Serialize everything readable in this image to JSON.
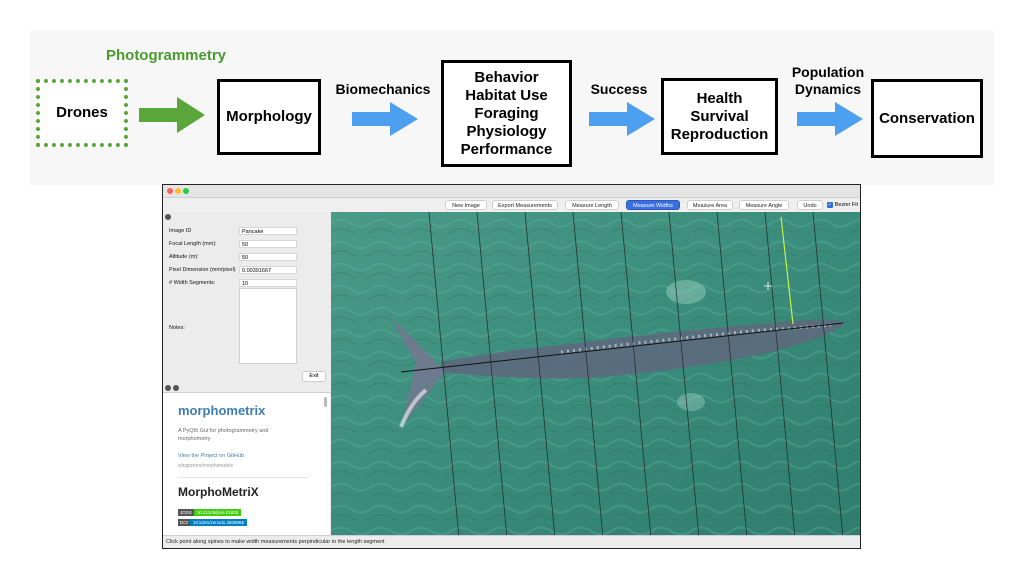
{
  "diagram": {
    "nodes": {
      "drones": "Drones",
      "morphology": "Morphology",
      "behavior_lines": [
        "Behavior",
        "Habitat Use",
        "Foraging",
        "Physiology",
        "Performance"
      ],
      "health_lines": [
        "Health",
        "Survival",
        "Reproduction"
      ],
      "conservation": "Conservation"
    },
    "edge_labels": {
      "photogrammetry": "Photogrammetry",
      "biomechanics": "Biomechanics",
      "success": "Success",
      "population_lines": [
        "Population",
        "Dynamics"
      ]
    },
    "colors": {
      "green": "#5aa63a",
      "blue": "#4d9ff0"
    }
  },
  "app": {
    "toolbar": {
      "new_image": "New Image",
      "export": "Export Measurements",
      "measure_length": "Measure Length",
      "measure_widths": "Measure Widths",
      "measure_area": "Measure Area",
      "measure_angle": "Measure Angle",
      "undo": "Undo",
      "bezier_fit": "Bezier Fit",
      "bezier_checked": true
    },
    "form": {
      "image_id_label": "Image ID",
      "image_id": "Pancake",
      "focal_length_label": "Focal Length (mm):",
      "focal_length": "50",
      "altitude_label": "Altitude (m):",
      "altitude": "50",
      "pixel_dim_label": "Pixel Dimension (mm/pixel)",
      "pixel_dim": "0.00391667",
      "width_segments_label": "# Width Segments:",
      "width_segments": "10",
      "notes_label": "Notes:",
      "exit": "Exit"
    },
    "web": {
      "title": "morphometrix",
      "subtitle": "A PyQt5 Gui for photogrammetry and morphometry",
      "link": "View the Project on GitHub",
      "repo": "wingtorres/morphometrix",
      "title2": "MorphoMetriX",
      "badges": [
        {
          "key": "JOSS",
          "value": "10.21105/joss.01825",
          "color": "#4c1"
        },
        {
          "key": "DOI",
          "value": "10.5281/zenodo.3606865",
          "color": "#007ec6"
        }
      ]
    },
    "status": "Click point along spines to make width measurements perpindicular to the length segment",
    "colors": {
      "active_button": "#3b6fe0",
      "water": "#3a8c7b",
      "measure_line": "#c8f04a"
    }
  }
}
